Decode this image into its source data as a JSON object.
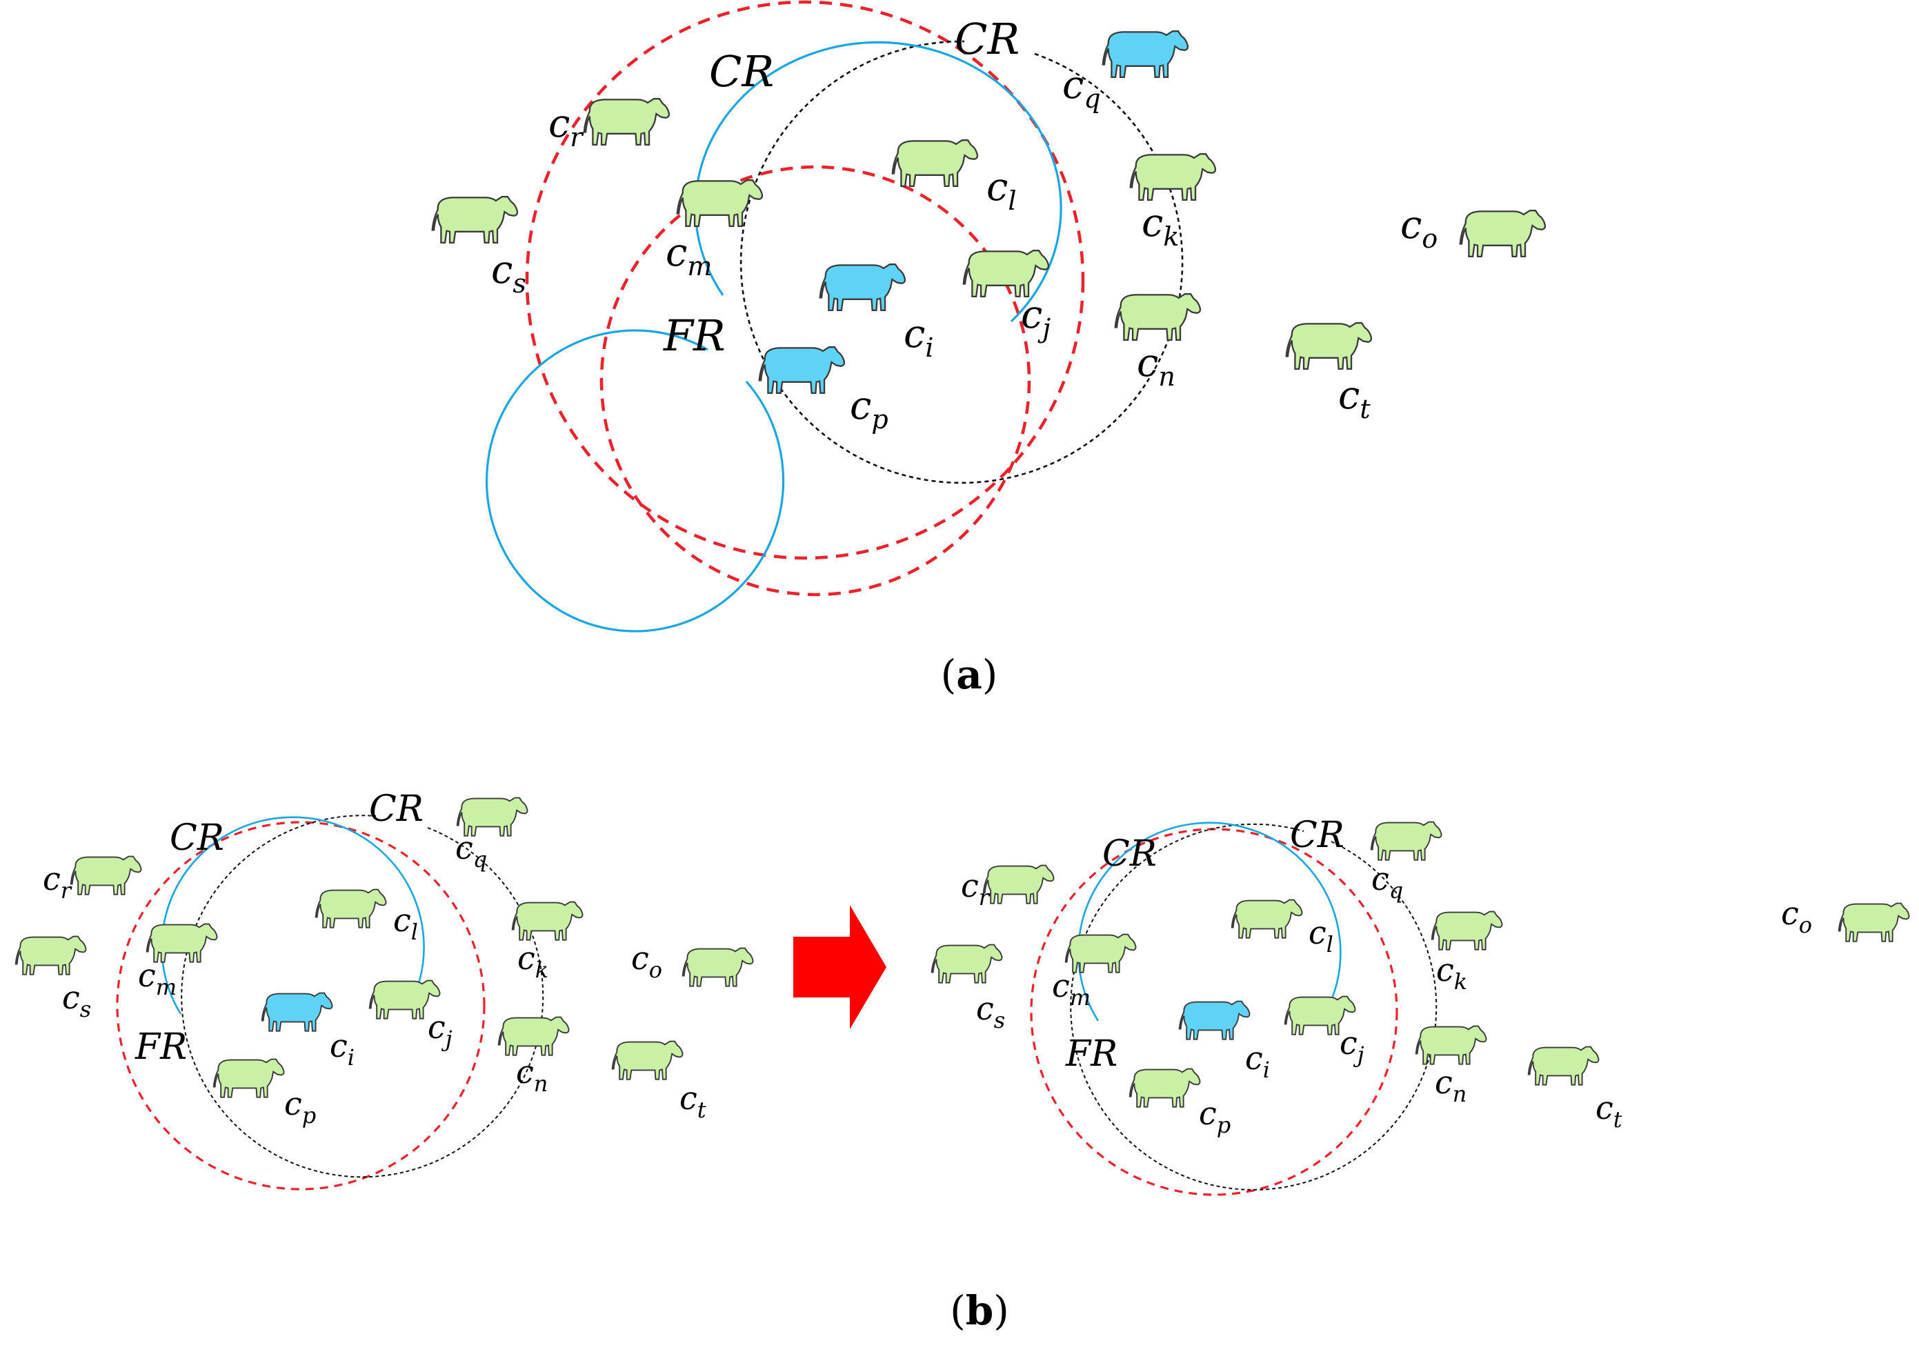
{
  "colors": {
    "cow_green": "#c9f0a4",
    "cow_blue": "#5fd3f5",
    "cow_outline": "#3a3a3a",
    "cr_red": "#e8232b",
    "cr_black": "#111111",
    "fr_blue": "#1aa6e0",
    "arrow_red": "#ff0000"
  },
  "icons": {
    "cow": "cow-icon",
    "arrow": "right-arrow-icon"
  },
  "labels": {
    "cr": "CR",
    "fr": "FR"
  },
  "captions": {
    "a": {
      "open": "(",
      "letter": "a",
      "close": ")"
    },
    "b": {
      "open": "(",
      "letter": "b",
      "close": ")"
    }
  },
  "cow_names": {
    "i": "c",
    "i_sub": "i",
    "j": "c",
    "j_sub": "j",
    "k": "c",
    "k_sub": "k",
    "l": "c",
    "l_sub": "l",
    "m": "c",
    "m_sub": "m",
    "n": "c",
    "n_sub": "n",
    "o": "c",
    "o_sub": "o",
    "p": "c",
    "p_sub": "p",
    "q": "c",
    "q_sub": "q",
    "r": "c",
    "r_sub": "r",
    "s": "c",
    "s_sub": "s",
    "t": "c",
    "t_sub": "t"
  }
}
